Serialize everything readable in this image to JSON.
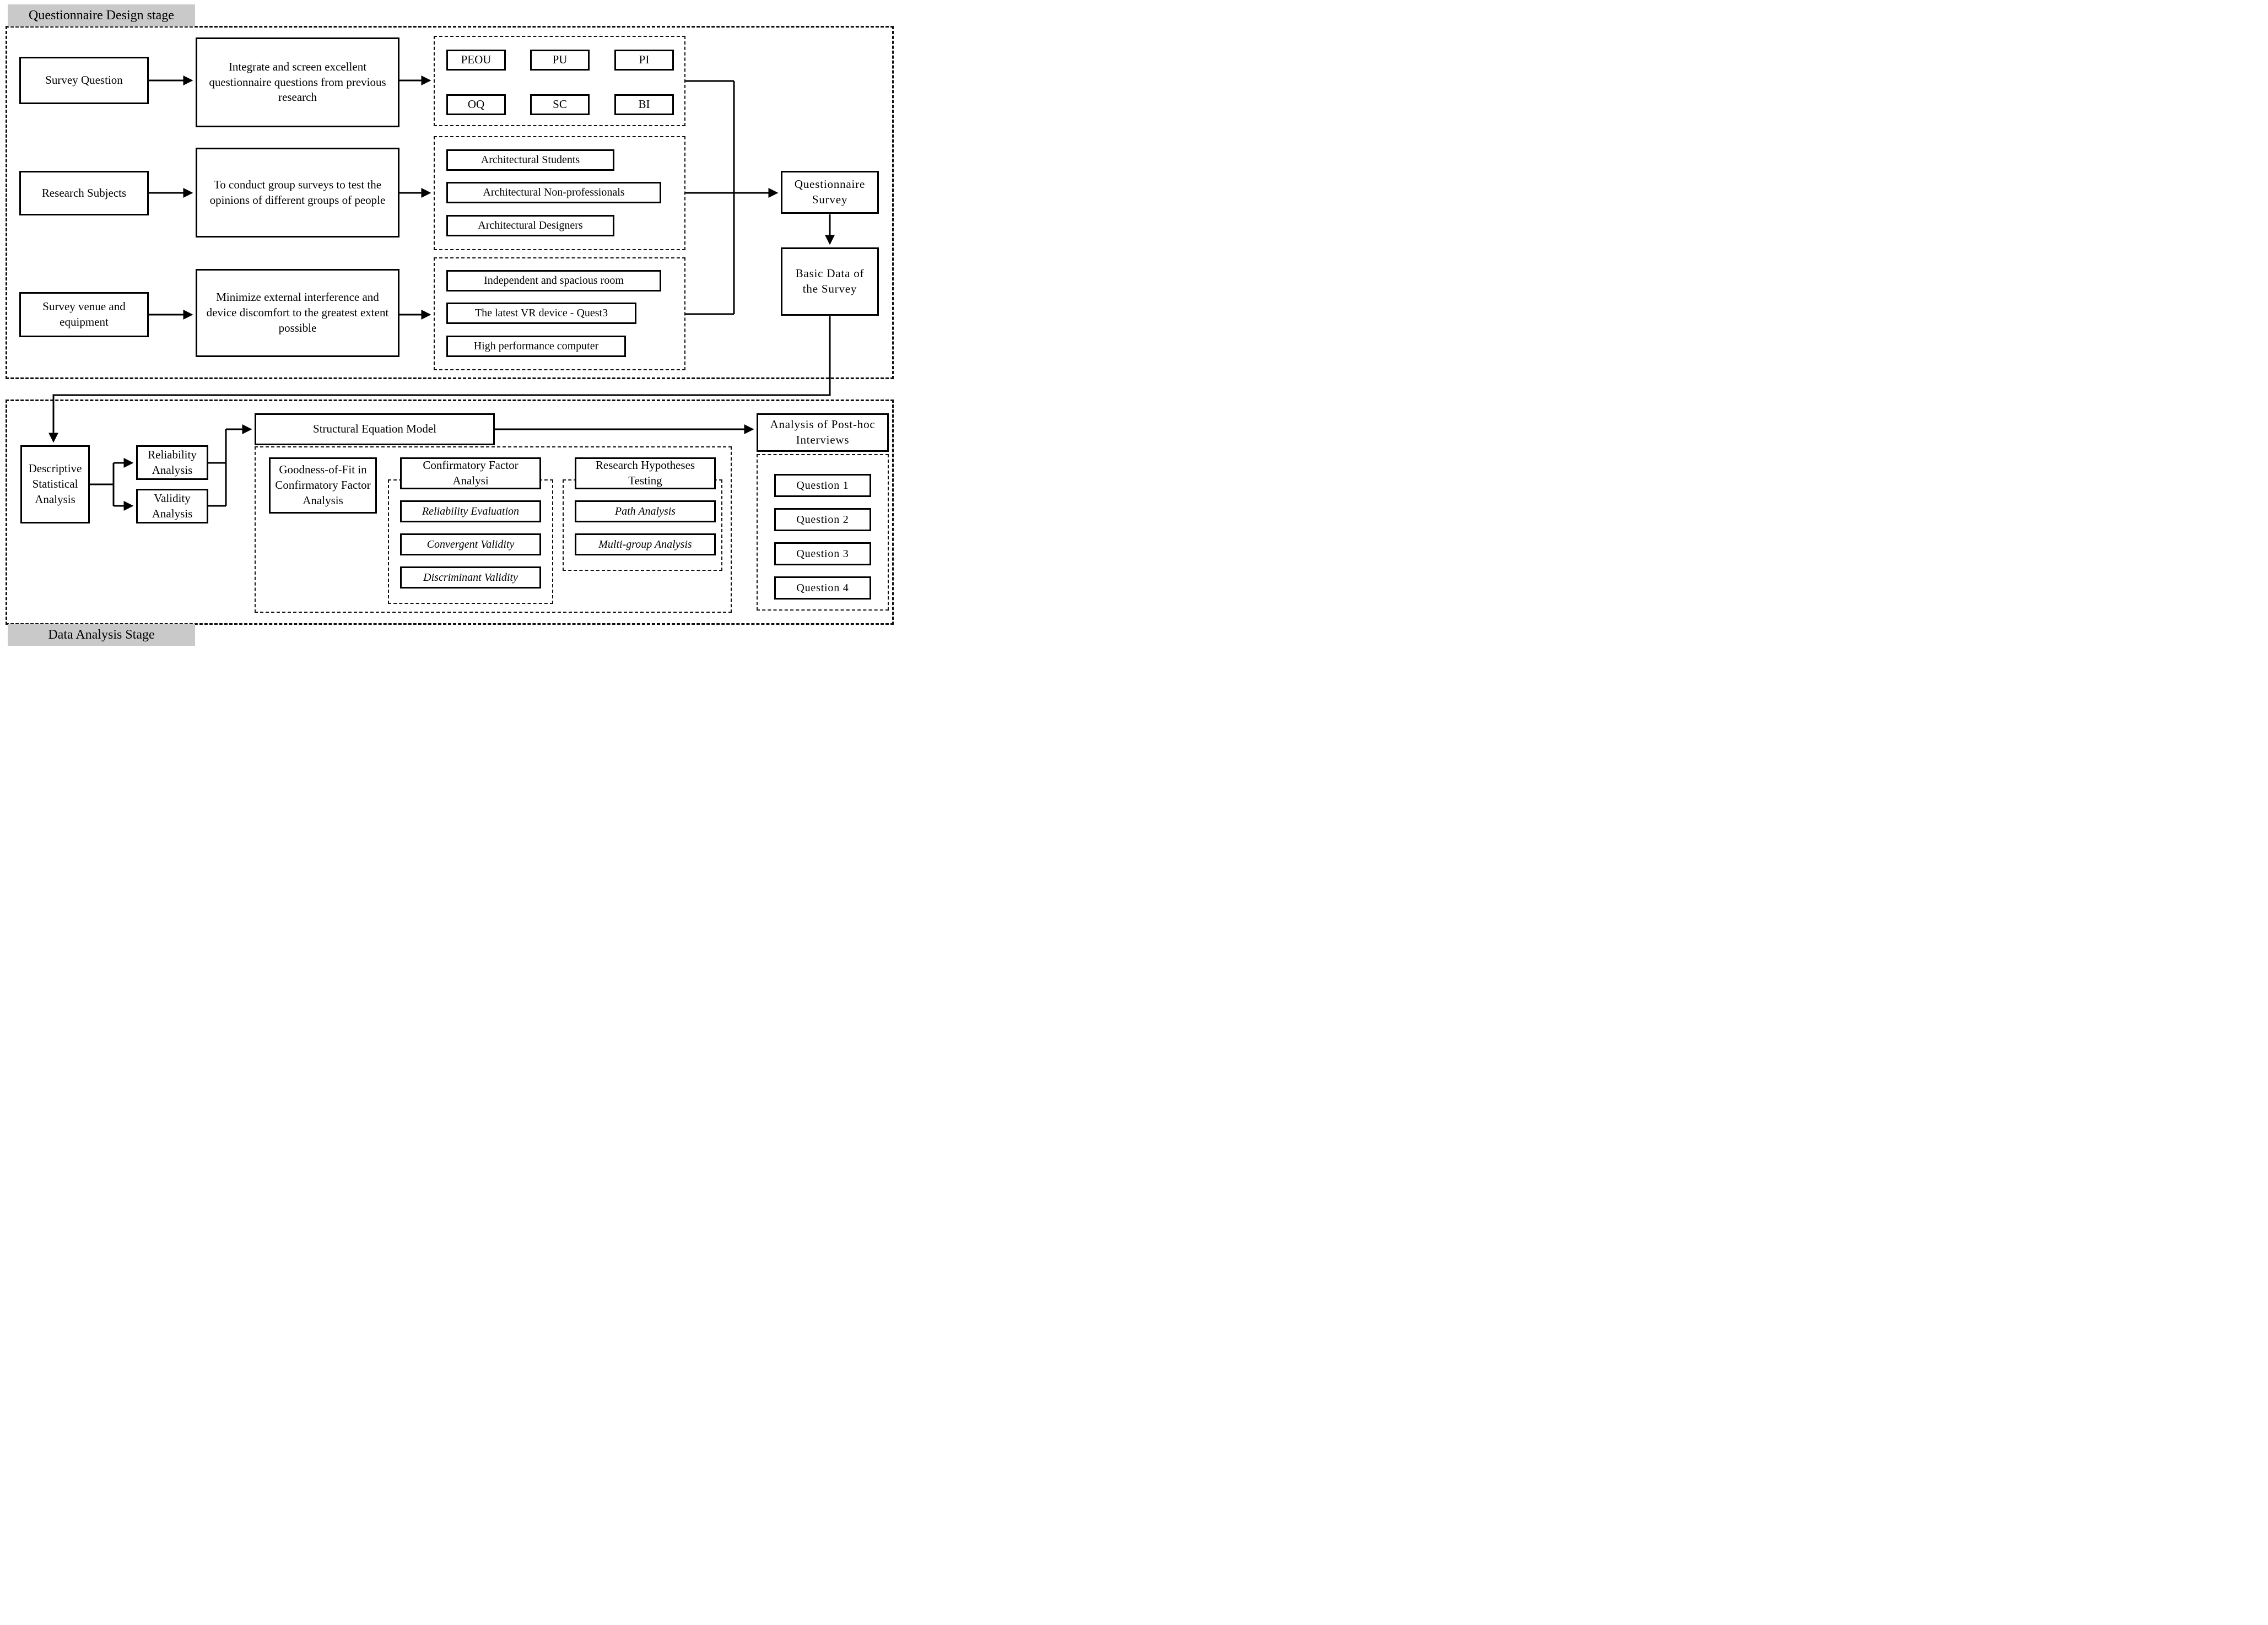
{
  "colors": {
    "background": "#ffffff",
    "line": "#000000",
    "stage_label_bg": "#c9c9c9"
  },
  "design_stage": {
    "label": "Questionnaire Design stage",
    "rows": [
      {
        "source": "Survey Question",
        "process": "Integrate and screen excellent questionnaire questions from previous research",
        "outputs": [
          "PEOU",
          "PU",
          "PI",
          "OQ",
          "SC",
          "BI"
        ]
      },
      {
        "source": "Research Subjects",
        "process": "To conduct group surveys to test the opinions of different groups of people",
        "outputs": [
          "Architectural Students",
          "Architectural Non-professionals",
          "Architectural Designers"
        ]
      },
      {
        "source": "Survey venue and equipment",
        "process": "Minimize external interference and device discomfort to the greatest extent possible",
        "outputs": [
          "Independent and spacious room",
          "The latest VR device - Quest3",
          "High performance computer"
        ]
      }
    ],
    "questionnaire_survey": "Questionnaire Survey",
    "basic_data": "Basic Data of the Survey"
  },
  "analysis_stage": {
    "label": "Data Analysis Stage",
    "descriptive": "Descriptive Statistical Analysis",
    "reliability": "Reliability Analysis",
    "validity": "Validity Analysis",
    "sem": "Structural Equation Model",
    "goodness_of_fit": "Goodness-of-Fit in Confirmatory Factor Analysis",
    "cfa": {
      "header": "Confirmatory Factor Analysi",
      "items": [
        "Reliability Evaluation",
        "Convergent Validity",
        "Discriminant Validity"
      ]
    },
    "hypotheses": {
      "header": "Research Hypotheses Testing",
      "items": [
        "Path Analysis",
        "Multi-group Analysis"
      ]
    },
    "posthoc": {
      "header": "Analysis of Post-hoc Interviews",
      "questions": [
        "Question 1",
        "Question 2",
        "Question 3",
        "Question 4"
      ]
    }
  }
}
